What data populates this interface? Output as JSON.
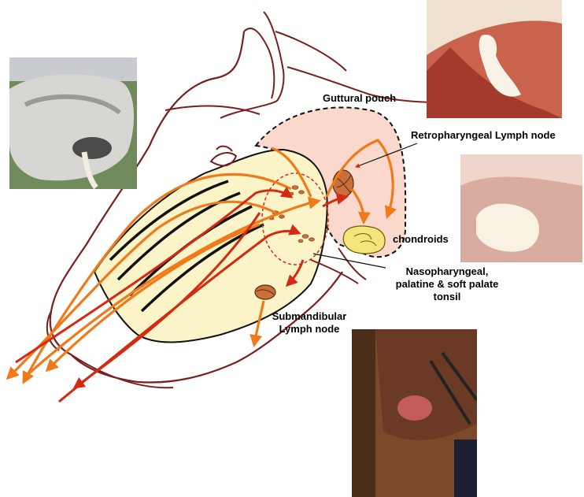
{
  "labels": {
    "guttural_pouch": "Guttural pouch",
    "retropharyngeal_lymph_node": "Retropharyngeal Lymph node",
    "chondroids": "chondroids",
    "tonsil_line1": "Nasopharyngeal,",
    "tonsil_line2": "palatine & soft palate",
    "tonsil_line3": "tonsil",
    "submandibular_line1": "Submandibular",
    "submandibular_line2": "Lymph  node"
  },
  "photos": [
    {
      "name": "nasal-discharge-photo"
    },
    {
      "name": "guttural-pouch-endoscopy-photo"
    },
    {
      "name": "chondroid-endoscopy-photo"
    },
    {
      "name": "submandibular-abscess-photo"
    }
  ],
  "colors": {
    "outline": "#7a1f1f",
    "nasal_passage_fill": "#fbf4c8",
    "guttural_pouch_fill": "#fbd8cc",
    "orange_arrow": "#f07a1a",
    "red_arrow": "#d42a12",
    "lymph_node": "#c9703a",
    "chondroid": "#f3e57a",
    "tonsil_outline": "#d42a12"
  }
}
